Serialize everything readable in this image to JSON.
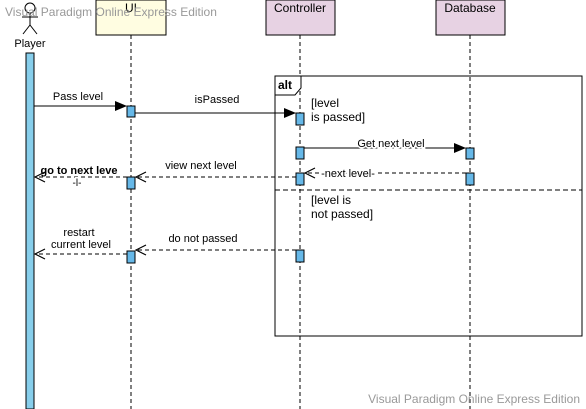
{
  "watermark": {
    "top": "Visual Paradigm Online Express Edition",
    "bottom": "Visual Paradigm Online Express Edition"
  },
  "actor": {
    "label": "Player"
  },
  "lifelines": {
    "ui": "UI",
    "controller": "Controller",
    "database": "Database"
  },
  "fragment": {
    "operator": "alt",
    "guard_1_line_1": "[level",
    "guard_1_line_2": "is passed]",
    "guard_2_line_1": "[level is",
    "guard_2_line_2": "not passed]"
  },
  "messages": {
    "pass_level": "Pass level",
    "is_passed": "isPassed",
    "get_next_level": "Get next level",
    "next_level": "-next level-",
    "view_next_level": "view next level",
    "go_to_next_level": "go to next leve",
    "go_to_next_level_suffix": "-l-",
    "do_not_passed": "do not passed",
    "restart_line_1": "restart",
    "restart_line_2": "current level"
  },
  "colors": {
    "actor_activation": "#87CEEB",
    "ui_header": "#FFFDE1",
    "controller_header": "#E7D2E3",
    "database_header": "#E7D2E3",
    "activation": "#66B8E8",
    "watermark": "#999999"
  }
}
